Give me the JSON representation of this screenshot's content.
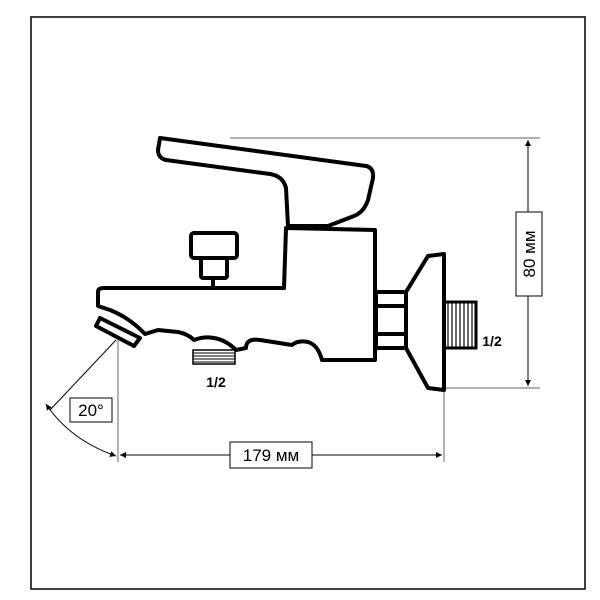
{
  "dimensions": {
    "height_label": "80 мм",
    "length_label": "179 мм",
    "angle_label": "20°"
  },
  "threads": {
    "bottom_outlet_label": "1/2",
    "wall_inlet_label": "1/2"
  },
  "colors": {
    "line": "#000000",
    "dim_line": "#666666",
    "background": "#ffffff"
  }
}
